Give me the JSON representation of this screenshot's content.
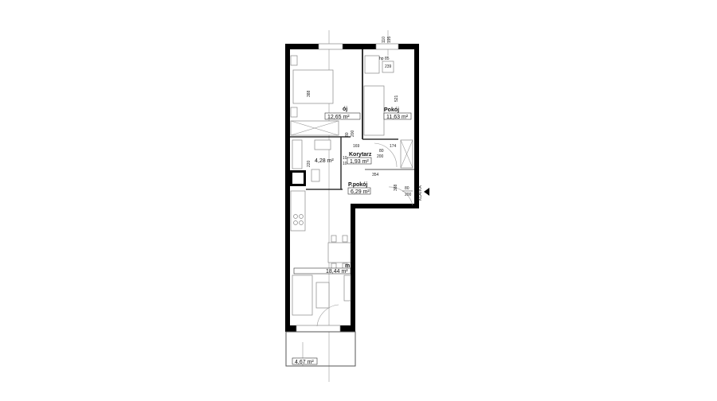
{
  "plan": {
    "rooms": {
      "bedroom": {
        "name": "ój",
        "area": "12,65 m²"
      },
      "room": {
        "name": "Pokój",
        "area": "11,63 m²"
      },
      "corridor": {
        "name": "Korytarz",
        "area": "1,93 m²"
      },
      "bathroom": {
        "area": "4,28 m²"
      },
      "hall": {
        "name": "P.pokój",
        "area": "6,29 m²"
      },
      "living": {
        "name": "m",
        "area": "18,44 m²"
      },
      "balcony": {
        "area": "4,67 m²"
      }
    },
    "dimensions": {
      "bed_width": "388",
      "room_height": "521",
      "window_sill": "hp 85",
      "window_width": "239",
      "window_top_a": "110",
      "window_top_b": "195",
      "door_room_w": "80",
      "door_room_h": "200",
      "door_hall_w": "80",
      "door_hall_h": "200",
      "corridor_a": "169",
      "corridor_b": "174",
      "bath_height": "220",
      "corridor_c1": "10",
      "corridor_c2": "10",
      "hall_width": "354",
      "hall_height": "388",
      "closet_a": "80",
      "closet_b": "200"
    },
    "entrance_label": "KLATKA"
  }
}
